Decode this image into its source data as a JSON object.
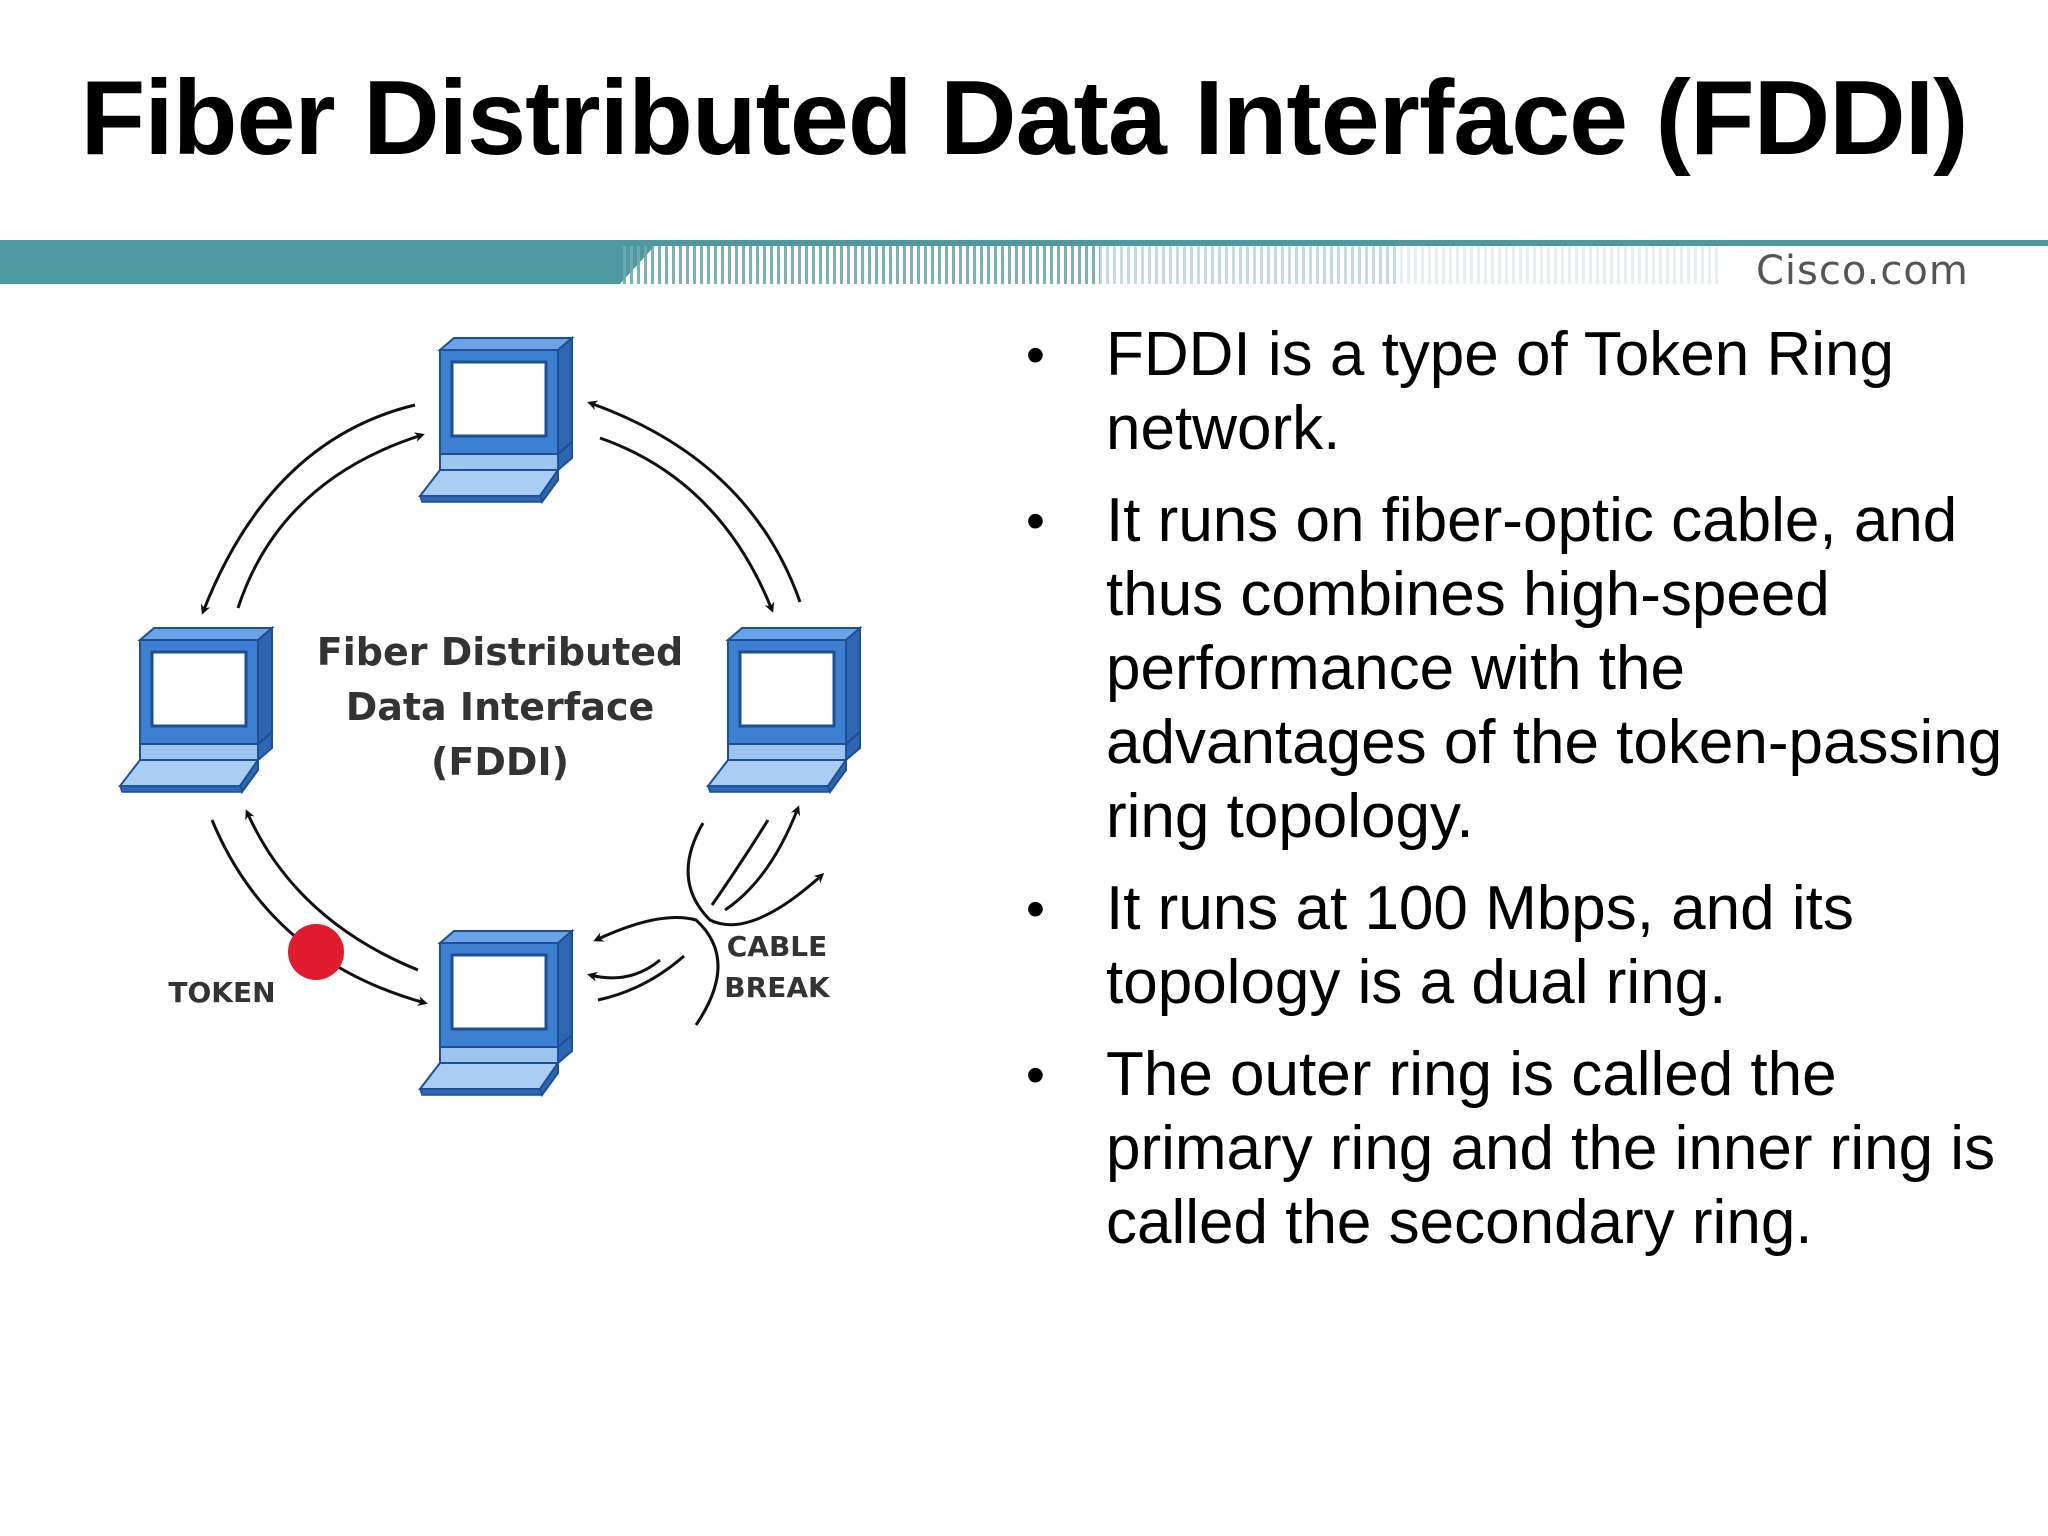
{
  "slide": {
    "title": "Fiber Distributed Data Interface (FDDI)",
    "brand": "Cisco.com"
  },
  "diagram": {
    "center_label": [
      "Fiber Distributed",
      "Data Interface",
      "(FDDI)"
    ],
    "token_label": "TOKEN",
    "break_label": [
      "CABLE",
      "BREAK"
    ],
    "colors": {
      "computer": "#3d7fd0",
      "screen": "#ffffff",
      "token": "#e01b2f",
      "band": "#4f9aa0"
    }
  },
  "bullets": [
    {
      "text": "FDDI is a type of Token Ring network."
    },
    {
      "text": "It runs on fiber-optic cable, and thus combines high-speed performance with the advantages of the token-passing ring topology."
    },
    {
      "text": "It runs at 100 Mbps, and its topology is a dual ring."
    },
    {
      "text": "The outer ring is called the primary ring and the inner ring is called the secondary ring."
    }
  ]
}
